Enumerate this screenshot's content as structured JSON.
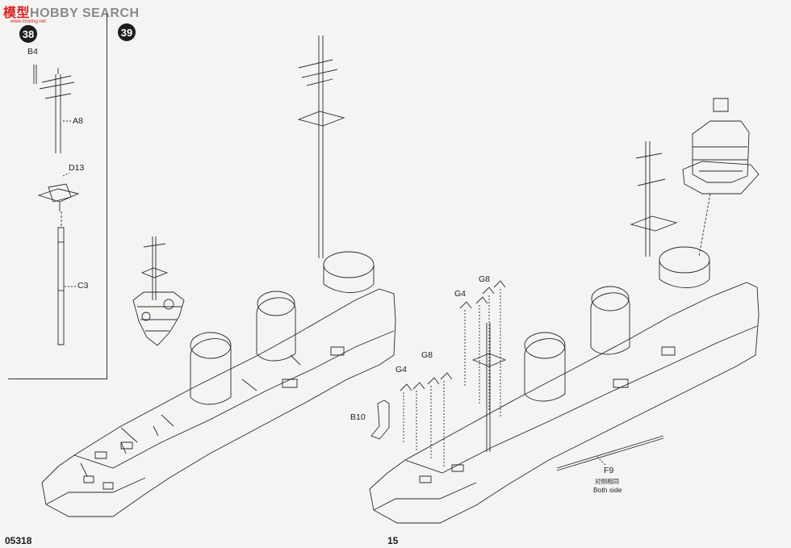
{
  "watermark": {
    "cn": "模型",
    "en": "HOBBY SEARCH",
    "url": "www.moxing.net"
  },
  "steps": {
    "left": "38",
    "main": "39"
  },
  "labels": {
    "b4": "B4",
    "a8": "A8",
    "d13": "D13",
    "c3": "C3",
    "g8_top": "G8",
    "g4_top": "G4",
    "g8_mid": "G8",
    "g4_mid": "G4",
    "b10": "B10",
    "f9": "F9",
    "f9_cn": "对侧相同",
    "f9_en": "Both side"
  },
  "footer": {
    "code": "05318",
    "page": "15"
  }
}
